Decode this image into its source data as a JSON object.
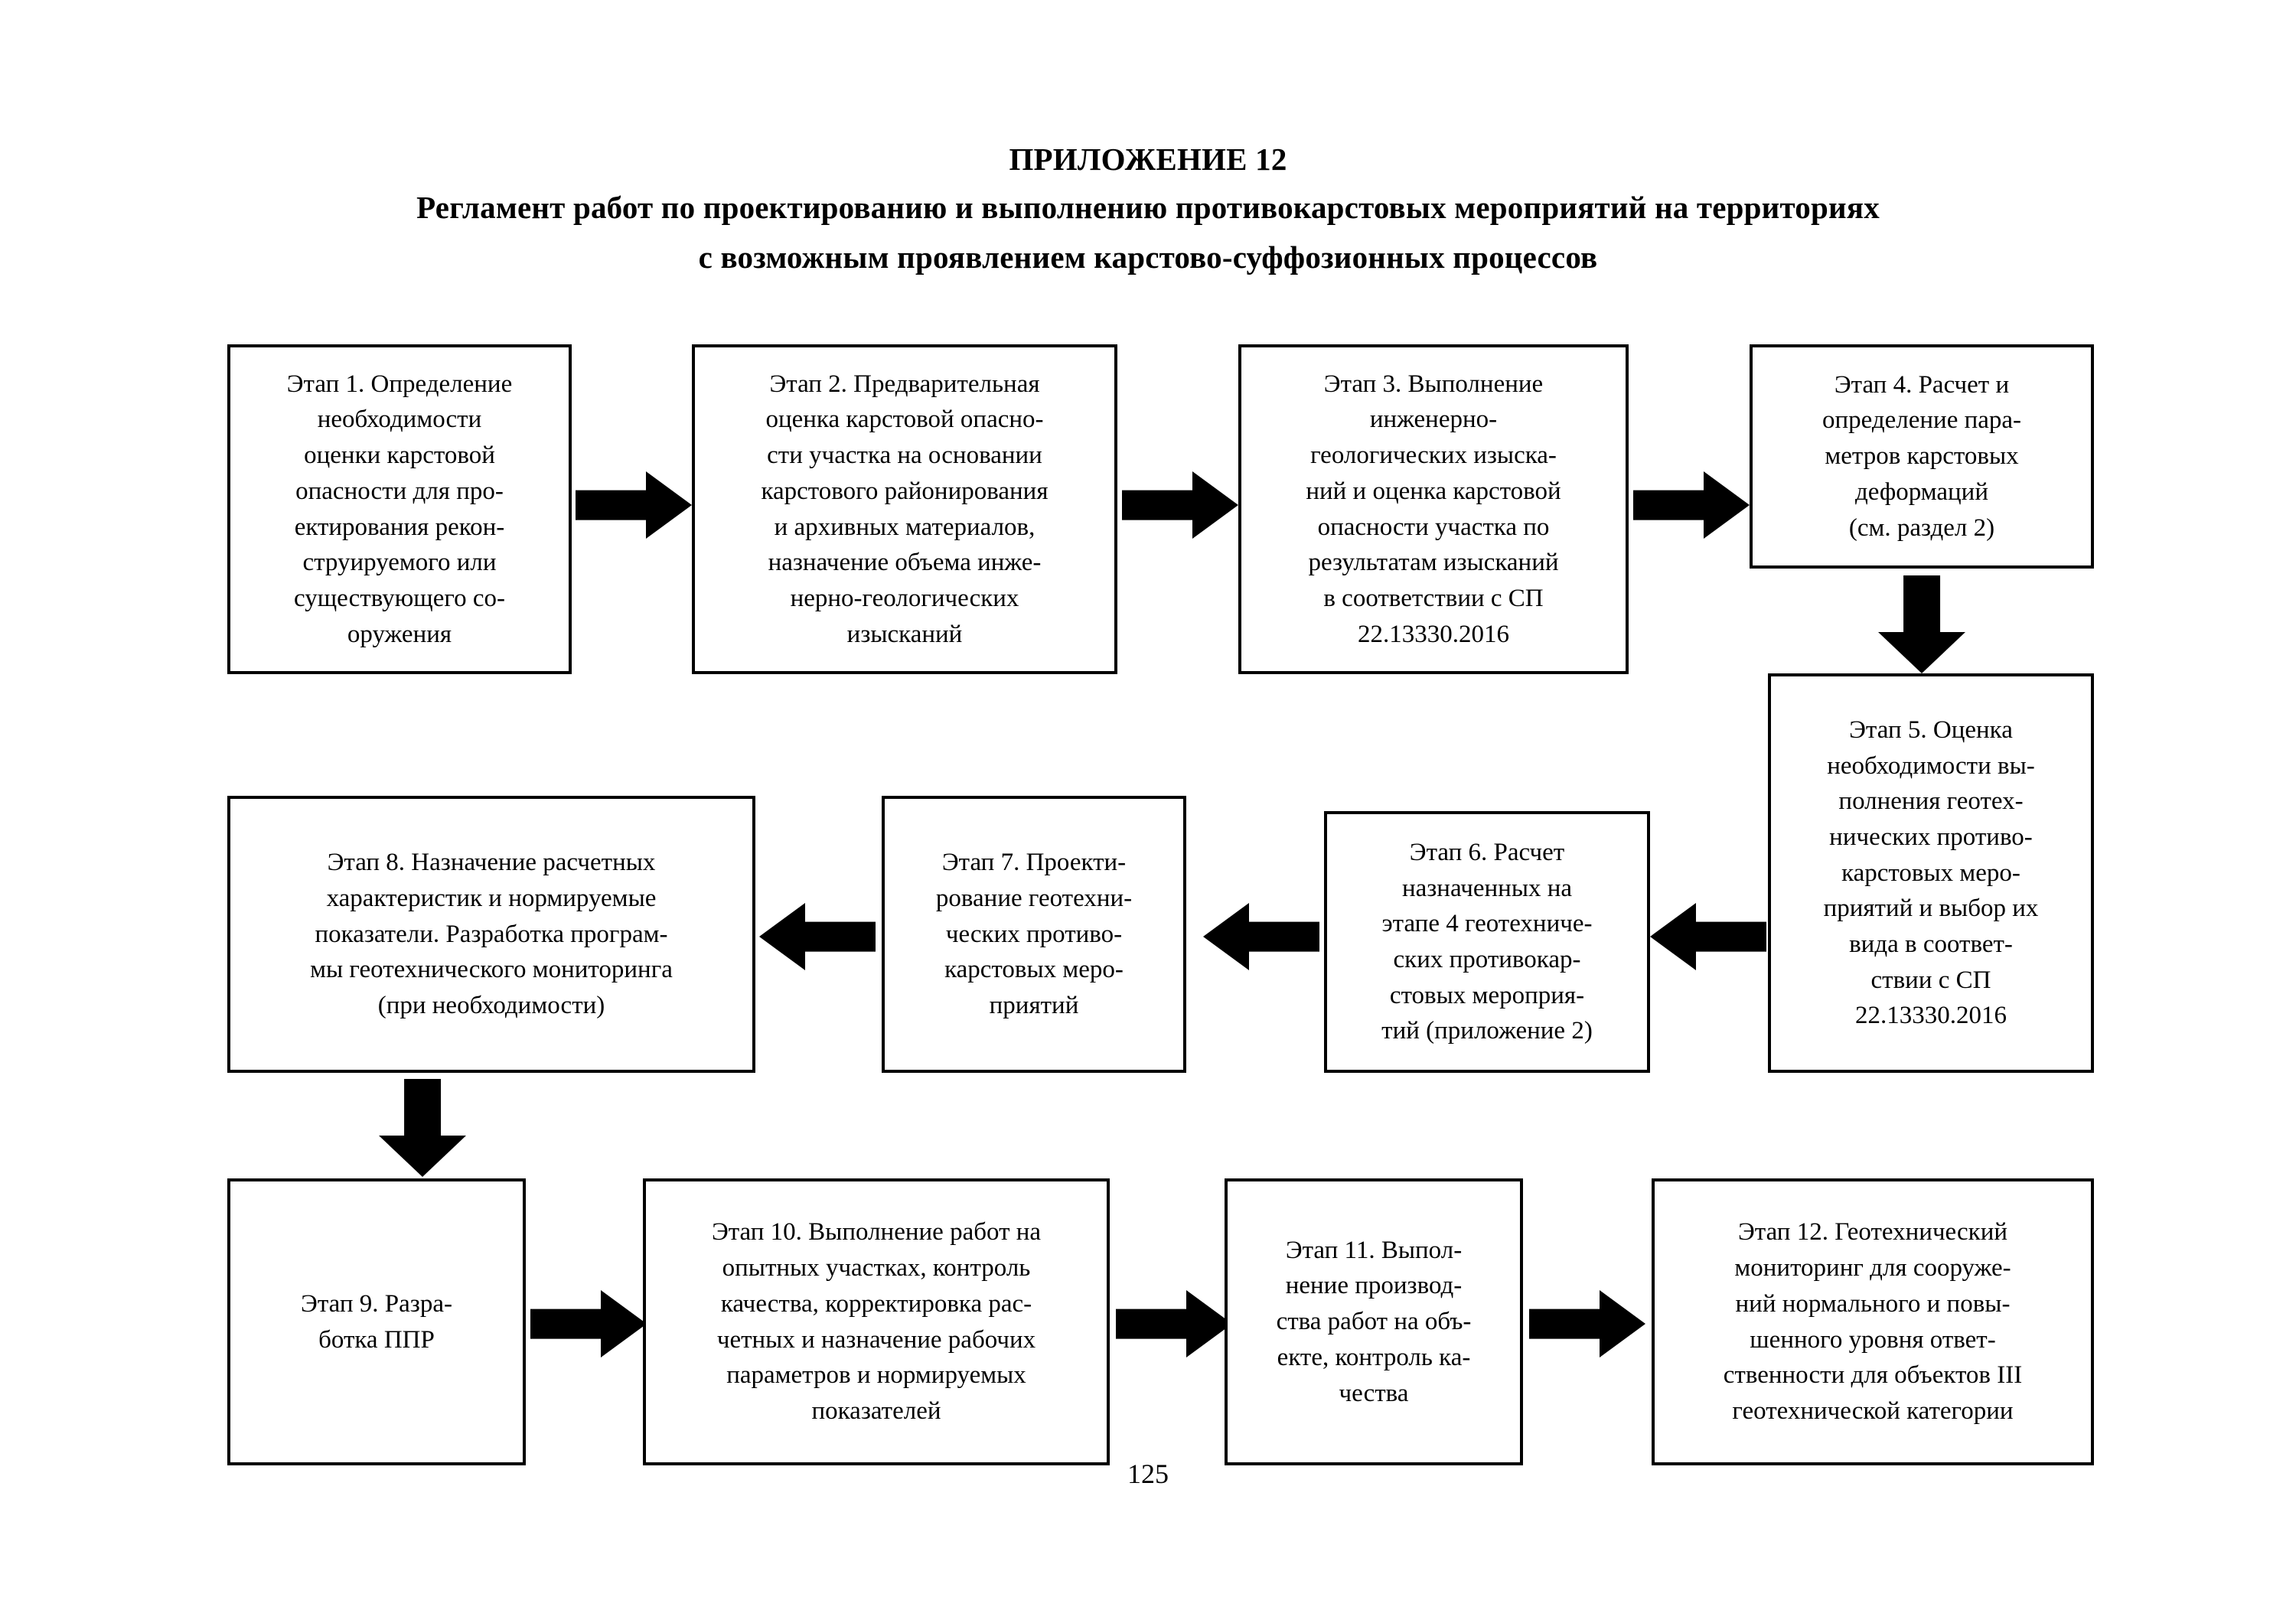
{
  "document": {
    "heading": {
      "appendix": "ПРИЛОЖЕНИЕ 12",
      "title_line1": "Регламент работ по проектированию и выполнению противокарстовых мероприятий на территориях",
      "title_line2": "с возможным проявлением карстово-суффозионных процессов"
    },
    "page_number": "125",
    "colors": {
      "ink": "#000000",
      "paper": "#ffffff"
    }
  },
  "flowchart": {
    "type": "process-flow",
    "nodes": [
      {
        "id": "stage-1",
        "label": "Этап 1. Определение\nнеобходимости\nоценки карстовой\nопасности для про-\nектирования рекон-\nструируемого или\nсуществующего со-\nоружения"
      },
      {
        "id": "stage-2",
        "label": "Этап 2. Предварительная\nоценка карстовой опасно-\nсти участка на основании\nкарстового районирования\nи архивных материалов,\nназначение объема инже-\nнерно-геологических\nизысканий"
      },
      {
        "id": "stage-3",
        "label": "Этап 3. Выполнение\nинженерно-\nгеологических изыска-\nний и оценка карстовой\nопасности участка по\nрезультатам изысканий\nв соответствии с СП\n22.13330.2016"
      },
      {
        "id": "stage-4",
        "label": "Этап 4. Расчет и\nопределение пара-\nметров карстовых\nдеформаций\n(см. раздел 2)"
      },
      {
        "id": "stage-5",
        "label": "Этап 5. Оценка\nнеобходимости вы-\nполнения геотех-\nнических противо-\nкарстовых меро-\nприятий и выбор их\nвида в соответ-\nствии с СП\n22.13330.2016"
      },
      {
        "id": "stage-6",
        "label": "Этап 6. Расчет\nназначенных на\nэтапе 4 геотехниче-\nских противокар-\nстовых мероприя-\nтий (приложение 2)"
      },
      {
        "id": "stage-7",
        "label": "Этап 7. Проекти-\nрование геотехни-\nческих противо-\nкарстовых меро-\nприятий"
      },
      {
        "id": "stage-8",
        "label": "Этап 8. Назначение расчетных\nхарактеристик и нормируемые\nпоказатели. Разработка програм-\nмы геотехнического мониторинга\n(при необходимости)"
      },
      {
        "id": "stage-9",
        "label": "Этап 9. Разра-\nботка ППР"
      },
      {
        "id": "stage-10",
        "label": "Этап 10. Выполнение работ на\nопытных участках, контроль\nкачества, корректировка рас-\nчетных и назначение рабочих\nпараметров и нормируемых\nпоказателей"
      },
      {
        "id": "stage-11",
        "label": "Этап 11. Выпол-\nнение производ-\nства работ на объ-\nекте, контроль ка-\nчества"
      },
      {
        "id": "stage-12",
        "label": "Этап 12. Геотехнический\nмониторинг для сооруже-\nний нормального и повы-\nшенного уровня ответ-\nственности для объектов III\nгеотехнической категории"
      }
    ],
    "edges": [
      {
        "from": "stage-1",
        "to": "stage-2",
        "direction": "right"
      },
      {
        "from": "stage-2",
        "to": "stage-3",
        "direction": "right"
      },
      {
        "from": "stage-3",
        "to": "stage-4",
        "direction": "right"
      },
      {
        "from": "stage-4",
        "to": "stage-5",
        "direction": "down"
      },
      {
        "from": "stage-5",
        "to": "stage-6",
        "direction": "left"
      },
      {
        "from": "stage-6",
        "to": "stage-7",
        "direction": "left"
      },
      {
        "from": "stage-7",
        "to": "stage-8",
        "direction": "left"
      },
      {
        "from": "stage-8",
        "to": "stage-9",
        "direction": "down"
      },
      {
        "from": "stage-9",
        "to": "stage-10",
        "direction": "right"
      },
      {
        "from": "stage-10",
        "to": "stage-11",
        "direction": "right"
      },
      {
        "from": "stage-11",
        "to": "stage-12",
        "direction": "right"
      }
    ]
  }
}
